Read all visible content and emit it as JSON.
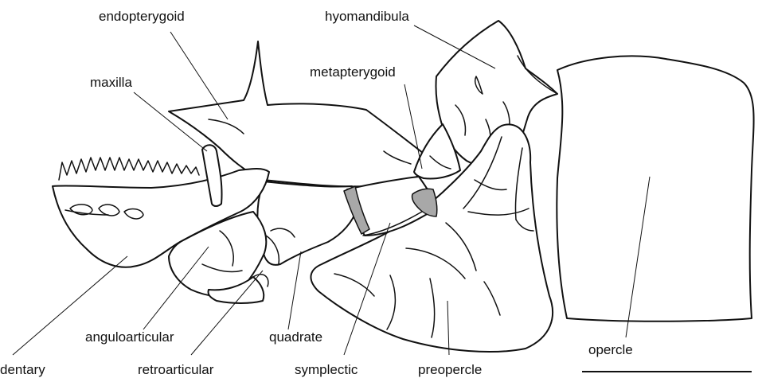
{
  "figure": {
    "labels": {
      "endopterygoid": "endopterygoid",
      "hyomandibula": "hyomandibula",
      "maxilla": "maxilla",
      "metapterygoid": "metapterygoid",
      "dentary": "dentary",
      "anguloarticular": "anguloarticular",
      "retroarticular": "retroarticular",
      "quadrate": "quadrate",
      "symplectic": "symplectic",
      "preopercle": "preopercle",
      "opercle": "opercle"
    },
    "colors": {
      "outline": "#111111",
      "background": "#ffffff",
      "cartilage": "#a8a8a8"
    }
  }
}
